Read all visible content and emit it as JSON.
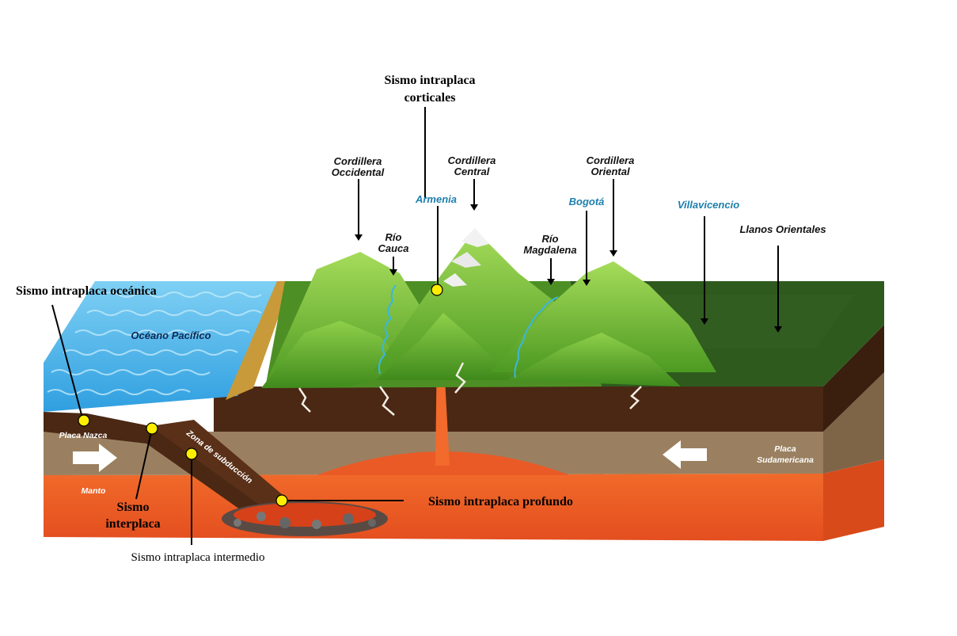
{
  "labels": {
    "sismo_corticales_l1": "Sismo intraplaca",
    "sismo_corticales_l2": "corticales",
    "cordillera_occidental_l1": "Cordillera",
    "cordillera_occidental_l2": "Occidental",
    "cordillera_central_l1": "Cordillera",
    "cordillera_central_l2": "Central",
    "cordillera_oriental_l1": "Cordillera",
    "cordillera_oriental_l2": "Oriental",
    "armenia": "Armenia",
    "bogota": "Bogotá",
    "villavicencio": "Villavicencio",
    "llanos_orientales": "Llanos Orientales",
    "rio_cauca_l1": "Río",
    "rio_cauca_l2": "Cauca",
    "rio_magdalena_l1": "Río",
    "rio_magdalena_l2": "Magdalena",
    "sismo_oceanica": "Sismo intraplaca oceánica",
    "oceano_pacifico": "Océano Pacífico",
    "placa_nazca": "Placa Nazca",
    "manto": "Manto",
    "zona_subduccion": "Zona de subducción",
    "sismo_interplaca_l1": "Sismo",
    "sismo_interplaca_l2": "interplaca",
    "sismo_intermedio": "Sismo intraplaca intermedio",
    "sismo_profundo": "Sismo intraplaca profundo",
    "placa_sudamericana_l1": "Placa",
    "placa_sudamericana_l2": "Sudamericana"
  },
  "colors": {
    "ocean": "#4fb3e8",
    "mantle": "#ea5a26",
    "crust_dark": "#4a2814",
    "crust_mid": "#9a8060",
    "mountain_green": "#7cc23a",
    "plain_green": "#2e5a1e",
    "city_blue": "#1c7fae",
    "marker_yellow": "#ffee00"
  }
}
